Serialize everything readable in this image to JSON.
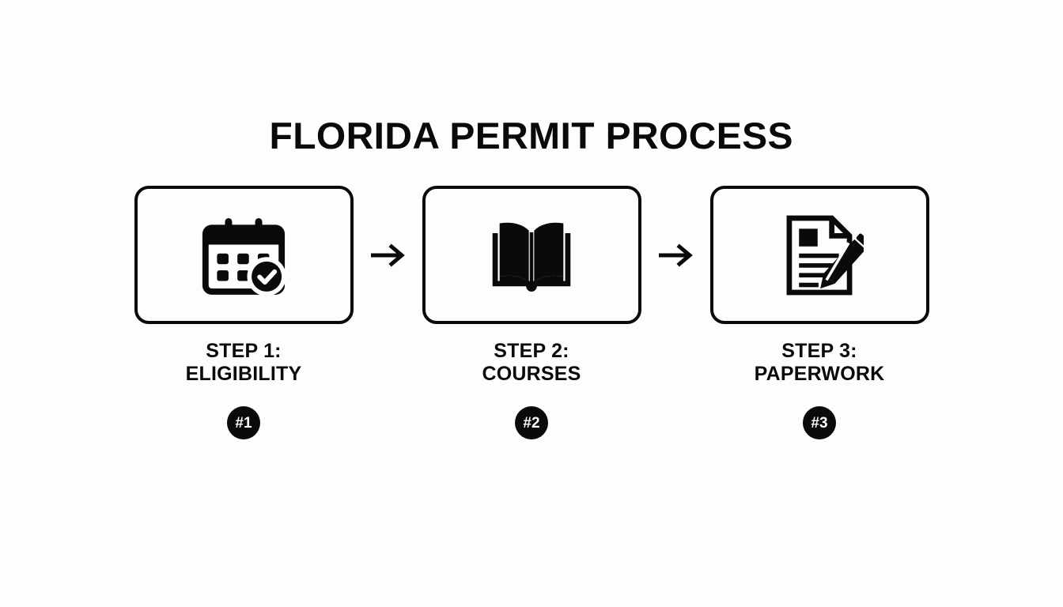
{
  "page": {
    "title": "FLORIDA PERMIT PROCESS",
    "background_color": "#fdfdfb",
    "ink_color": "#0a0a0a"
  },
  "steps": [
    {
      "icon": "calendar-check-icon",
      "label_line1": "STEP 1:",
      "label_line2": "ELIGIBILITY",
      "badge": "#1"
    },
    {
      "icon": "open-book-icon",
      "label_line1": "STEP 2:",
      "label_line2": "COURSES",
      "badge": "#2"
    },
    {
      "icon": "document-pencil-icon",
      "label_line1": "STEP 3:",
      "label_line2": "PAPERWORK",
      "badge": "#3"
    }
  ],
  "connectors": [
    {
      "icon": "arrow-right-icon"
    },
    {
      "icon": "arrow-right-icon"
    }
  ]
}
